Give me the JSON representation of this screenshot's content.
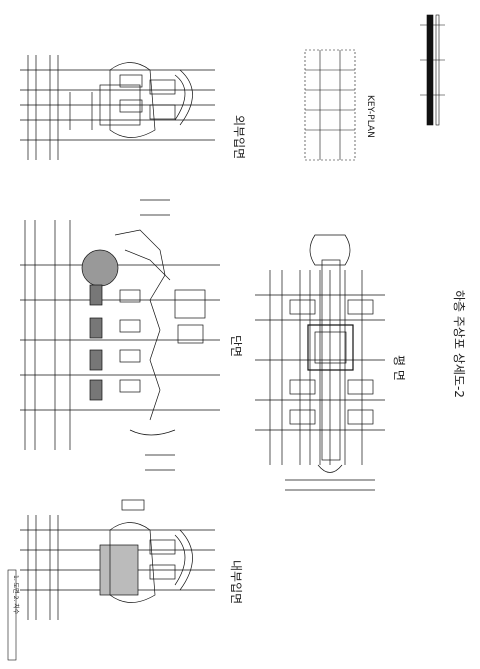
{
  "sheet": {
    "title": "하층 주상포 상세도-2",
    "views": {
      "outer_elevation": "외부입면",
      "section": "단면",
      "inner_elevation": "내부입면",
      "plan": "평 면",
      "key_plan": "KEY-PLAN"
    },
    "note": "1. 도면  2. 치수"
  }
}
